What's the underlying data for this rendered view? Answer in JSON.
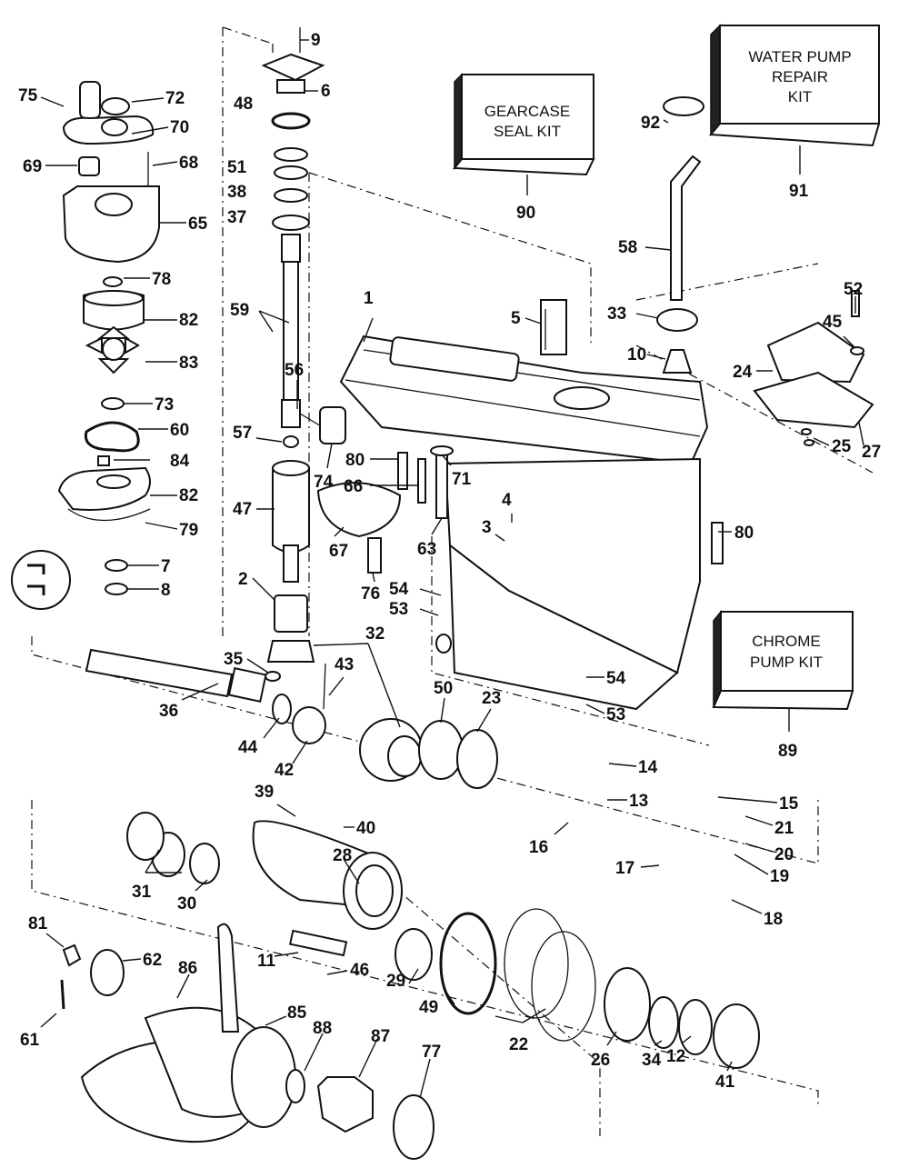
{
  "diagram": {
    "title": "Gearcase exploded parts diagram",
    "kits": [
      {
        "id": "gearcase-seal-kit",
        "lines": [
          "GEARCASE",
          "SEAL KIT"
        ],
        "ref": "90"
      },
      {
        "id": "water-pump-repair-kit",
        "lines": [
          "WATER PUMP",
          "REPAIR",
          "KIT"
        ],
        "ref": "91"
      },
      {
        "id": "chrome-pump-kit",
        "lines": [
          "CHROME",
          "PUMP KIT"
        ],
        "ref": "89"
      }
    ],
    "callouts": [
      {
        "n": "9"
      },
      {
        "n": "6"
      },
      {
        "n": "48"
      },
      {
        "n": "51"
      },
      {
        "n": "38"
      },
      {
        "n": "37"
      },
      {
        "n": "75"
      },
      {
        "n": "72"
      },
      {
        "n": "70"
      },
      {
        "n": "69"
      },
      {
        "n": "68"
      },
      {
        "n": "65"
      },
      {
        "n": "78"
      },
      {
        "n": "82"
      },
      {
        "n": "83"
      },
      {
        "n": "73"
      },
      {
        "n": "60"
      },
      {
        "n": "84"
      },
      {
        "n": "82"
      },
      {
        "n": "79"
      },
      {
        "n": "7"
      },
      {
        "n": "8"
      },
      {
        "n": "59"
      },
      {
        "n": "56"
      },
      {
        "n": "57"
      },
      {
        "n": "47"
      },
      {
        "n": "2"
      },
      {
        "n": "35"
      },
      {
        "n": "36"
      },
      {
        "n": "43"
      },
      {
        "n": "32"
      },
      {
        "n": "44"
      },
      {
        "n": "42"
      },
      {
        "n": "1"
      },
      {
        "n": "5"
      },
      {
        "n": "92"
      },
      {
        "n": "58"
      },
      {
        "n": "33"
      },
      {
        "n": "10"
      },
      {
        "n": "52"
      },
      {
        "n": "45"
      },
      {
        "n": "24"
      },
      {
        "n": "25"
      },
      {
        "n": "27"
      },
      {
        "n": "74"
      },
      {
        "n": "80"
      },
      {
        "n": "66"
      },
      {
        "n": "71"
      },
      {
        "n": "63"
      },
      {
        "n": "67"
      },
      {
        "n": "76"
      },
      {
        "n": "4"
      },
      {
        "n": "3"
      },
      {
        "n": "54"
      },
      {
        "n": "53"
      },
      {
        "n": "80"
      },
      {
        "n": "54"
      },
      {
        "n": "53"
      },
      {
        "n": "50"
      },
      {
        "n": "23"
      },
      {
        "n": "14"
      },
      {
        "n": "13"
      },
      {
        "n": "16"
      },
      {
        "n": "15"
      },
      {
        "n": "21"
      },
      {
        "n": "20"
      },
      {
        "n": "19"
      },
      {
        "n": "17"
      },
      {
        "n": "18"
      },
      {
        "n": "39"
      },
      {
        "n": "40"
      },
      {
        "n": "31"
      },
      {
        "n": "30"
      },
      {
        "n": "28"
      },
      {
        "n": "11"
      },
      {
        "n": "46"
      },
      {
        "n": "29"
      },
      {
        "n": "49"
      },
      {
        "n": "22"
      },
      {
        "n": "26"
      },
      {
        "n": "34"
      },
      {
        "n": "12"
      },
      {
        "n": "41"
      },
      {
        "n": "81"
      },
      {
        "n": "62"
      },
      {
        "n": "61"
      },
      {
        "n": "86"
      },
      {
        "n": "85"
      },
      {
        "n": "88"
      },
      {
        "n": "87"
      },
      {
        "n": "77"
      }
    ]
  }
}
